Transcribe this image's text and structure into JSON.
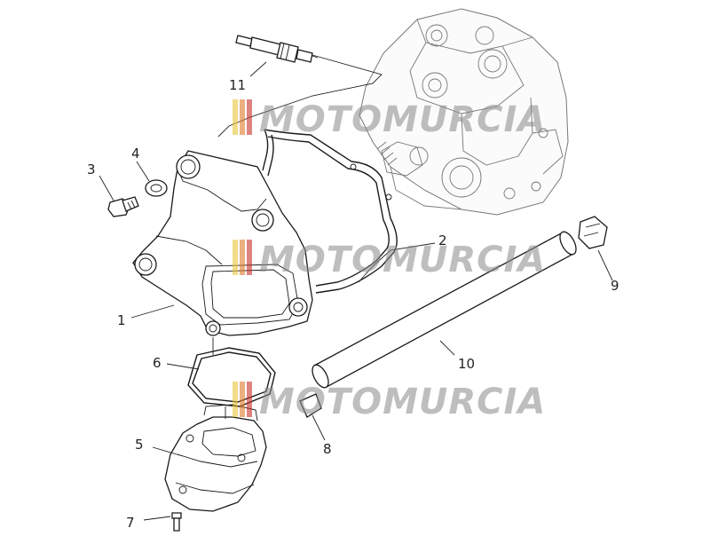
{
  "callouts": {
    "c1": "1",
    "c2": "2",
    "c3": "3",
    "c4": "4",
    "c5": "5",
    "c6": "6",
    "c7": "7",
    "c8": "8",
    "c9": "9",
    "c10": "10",
    "c11": "11"
  },
  "watermark": {
    "text": "MOTOMURCIA",
    "stripe_colors": [
      "#e8c63a",
      "#e07a2c",
      "#c7322d"
    ]
  },
  "colors": {
    "line": "#1a1a1a",
    "background": "#ffffff",
    "ghost_line": "#777777"
  }
}
